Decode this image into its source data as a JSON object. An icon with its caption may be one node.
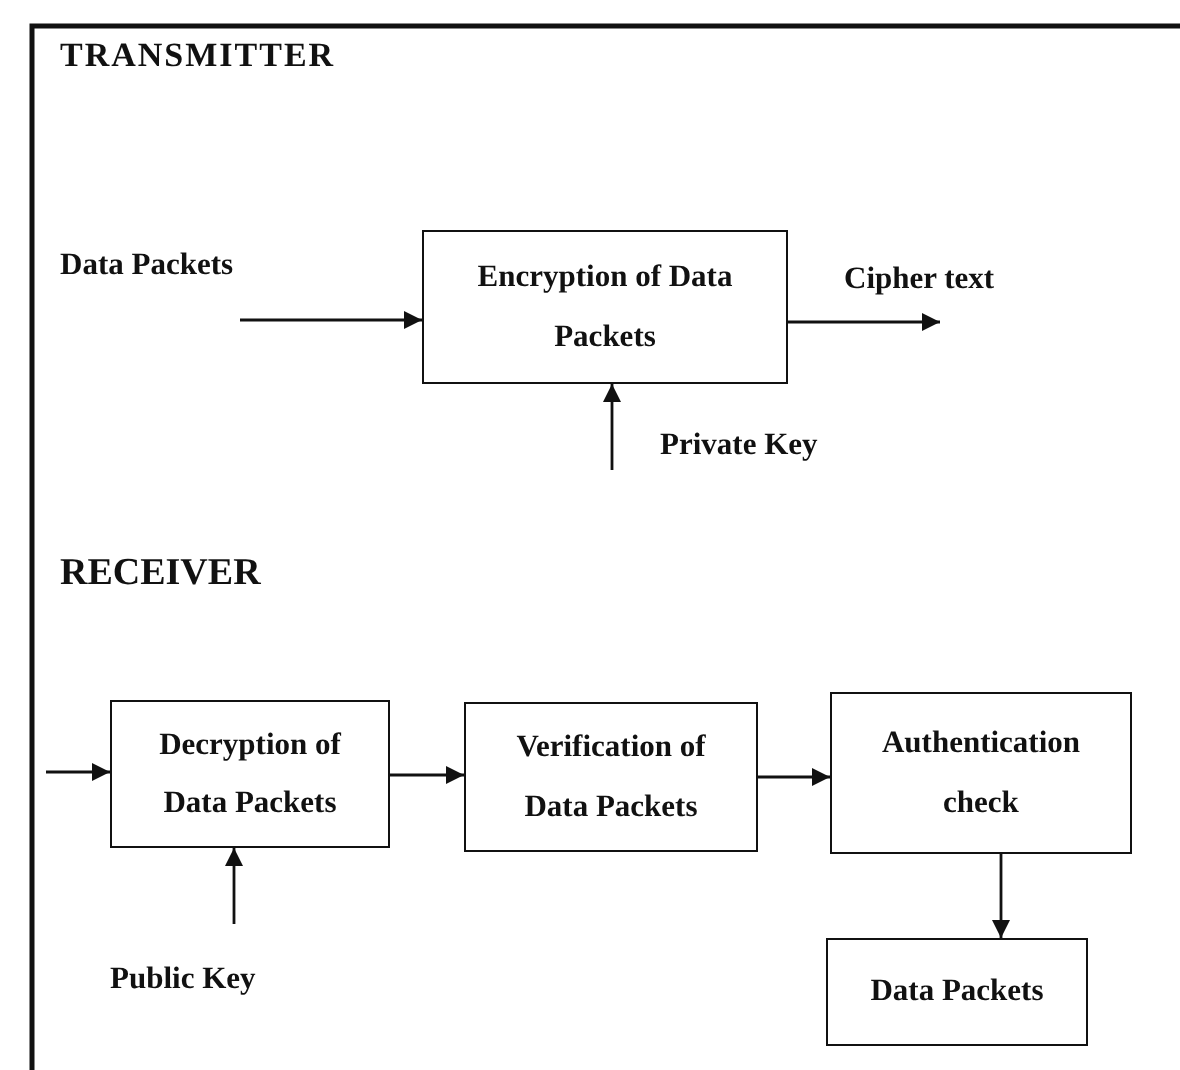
{
  "diagram": {
    "nodes": [
      {
        "text": [
          "Encryption of Data Packets"
        ]
      },
      {
        "text": [
          "Decryption of Data Packets"
        ]
      },
      {
        "text": [
          "Verification of Data Packets"
        ]
      },
      {
        "text": [
          "Authentication check"
        ]
      },
      {
        "text": [
          "Data Packets"
        ]
      },
      {
        "text": [
          "Cipher text"
        ]
      }
    ],
    "edges": [
      {
        "from": null,
        "to": 0,
        "arrow": "to"
      },
      {
        "from": 0,
        "to": 5,
        "arrow": "to"
      },
      {
        "from": null,
        "to": 0,
        "arrow": "to"
      },
      {
        "from": null,
        "to": 1,
        "arrow": "to"
      },
      {
        "from": 1,
        "to": 2,
        "arrow": "to"
      },
      {
        "from": 2,
        "to": 3,
        "arrow": "to"
      },
      {
        "from": 3,
        "to": 4,
        "arrow": "to"
      },
      {
        "from": null,
        "to": 1,
        "arrow": "to"
      }
    ],
    "labels": [
      "TRANSMITTER",
      "Data Packets",
      "Private Key",
      "RECEIVER",
      "Public Key"
    ]
  }
}
